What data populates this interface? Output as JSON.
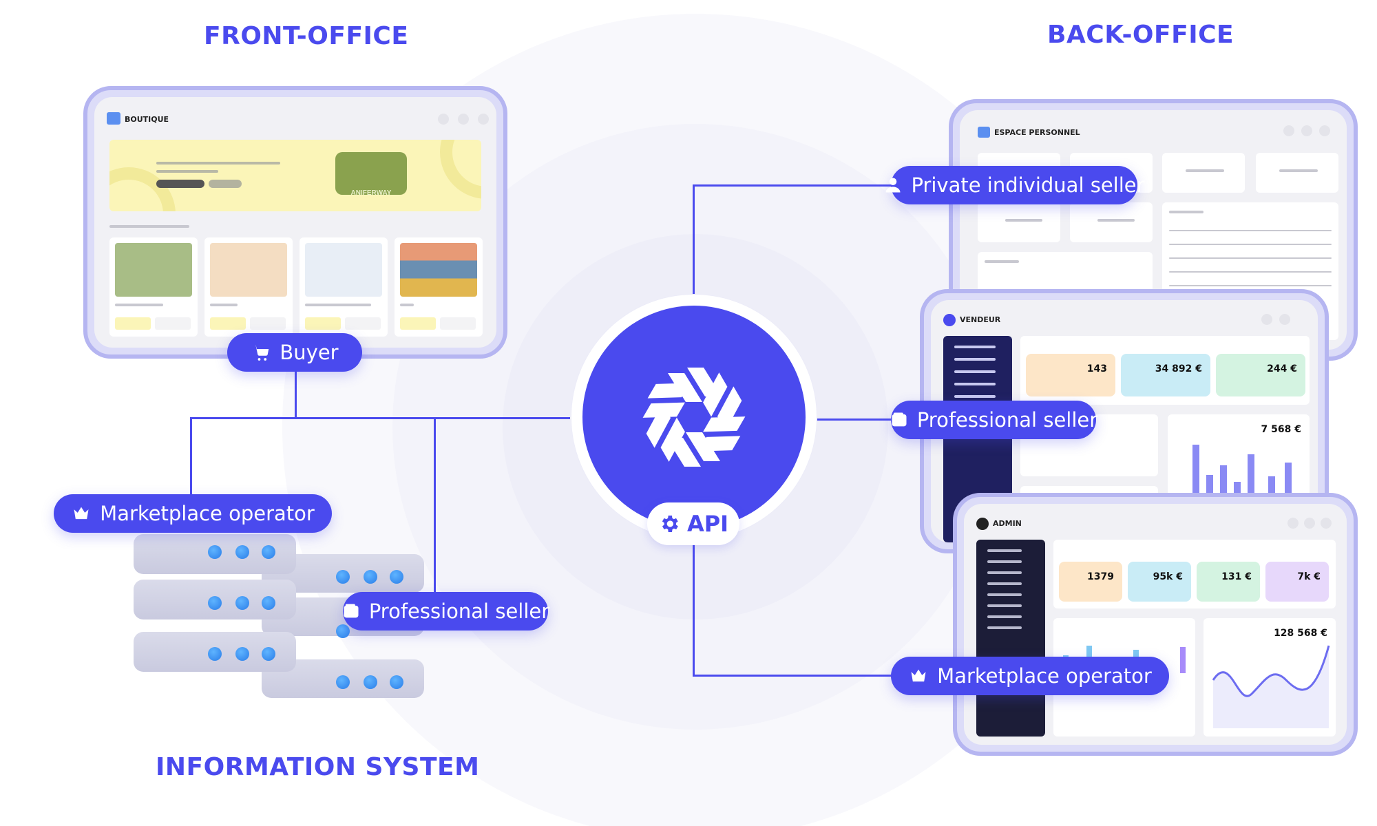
{
  "sections": {
    "front_office": "FRONT-OFFICE",
    "back_office": "BACK-OFFICE",
    "information_system": "INFORMATION SYSTEM"
  },
  "hub": {
    "label": "API"
  },
  "roles": {
    "buyer": "Buyer",
    "marketplace_operator_left": "Marketplace operator",
    "professional_seller_left": "Professional seller",
    "private_individual_seller": "Private individual seller",
    "professional_seller_right": "Professional seller",
    "marketplace_operator_right": "Marketplace operator"
  },
  "screens": {
    "boutique": {
      "title": "BOUTIQUE",
      "product_brand": "ANIFERWAY"
    },
    "espace": {
      "title": "ESPACE PERSONNEL"
    },
    "vendeur": {
      "title": "VENDEUR",
      "stats": [
        "143",
        "34 892 €",
        "244 €"
      ],
      "chart_total": "7 568 €"
    },
    "admin": {
      "title": "ADMIN",
      "stats": [
        "1379",
        "95k €",
        "131 €",
        "7k €"
      ],
      "chart_total": "128 568 €"
    }
  },
  "colors": {
    "accent": "#4a4aee",
    "frame": "#b5b5f1",
    "sidebar_dark": "#1f2060"
  },
  "icons": {
    "buyer": "cart-icon",
    "operator": "crown-icon",
    "professional": "wallet-icon",
    "private": "user-icon",
    "api": "gear-icon"
  }
}
